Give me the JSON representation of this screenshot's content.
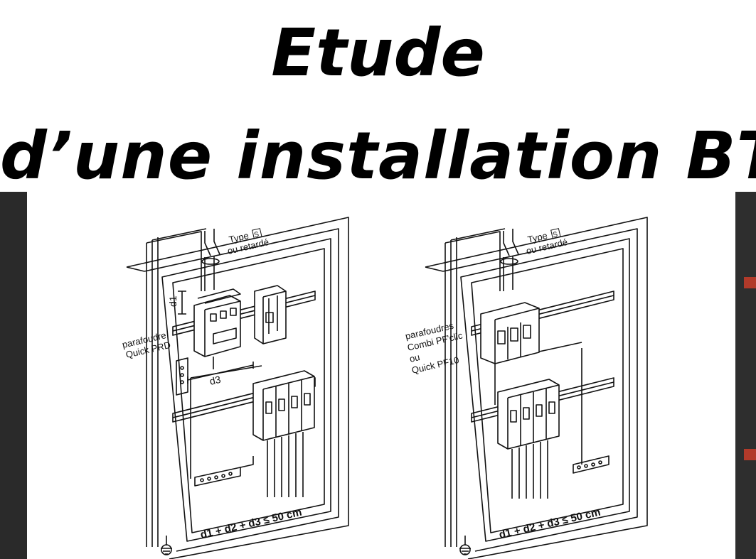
{
  "title": {
    "line1": "Etude",
    "line2": "d’une installation BT"
  },
  "diagram_left": {
    "type_label": "Type",
    "type_box": "S",
    "retard_label": "ou retardé",
    "arrester_line1": "parafoudre",
    "arrester_line2": "Quick PRD",
    "d1": "d1",
    "d3": "d3",
    "formula": "d1 + d2 + d3 ≤ 50 cm"
  },
  "diagram_right": {
    "type_label": "Type",
    "type_box": "S",
    "retard_label": "ou retardé",
    "arrester_line1": "parafoudres",
    "arrester_line2": "Combi PF'clic",
    "arrester_line3": "ou",
    "arrester_line4": "Quick PF10",
    "formula": "d1 + d2 + d3 ≤ 50 cm"
  },
  "colors": {
    "background": "#ffffff",
    "text": "#000000",
    "strip": "#2a2a2a",
    "tag": "#b23a2a"
  }
}
